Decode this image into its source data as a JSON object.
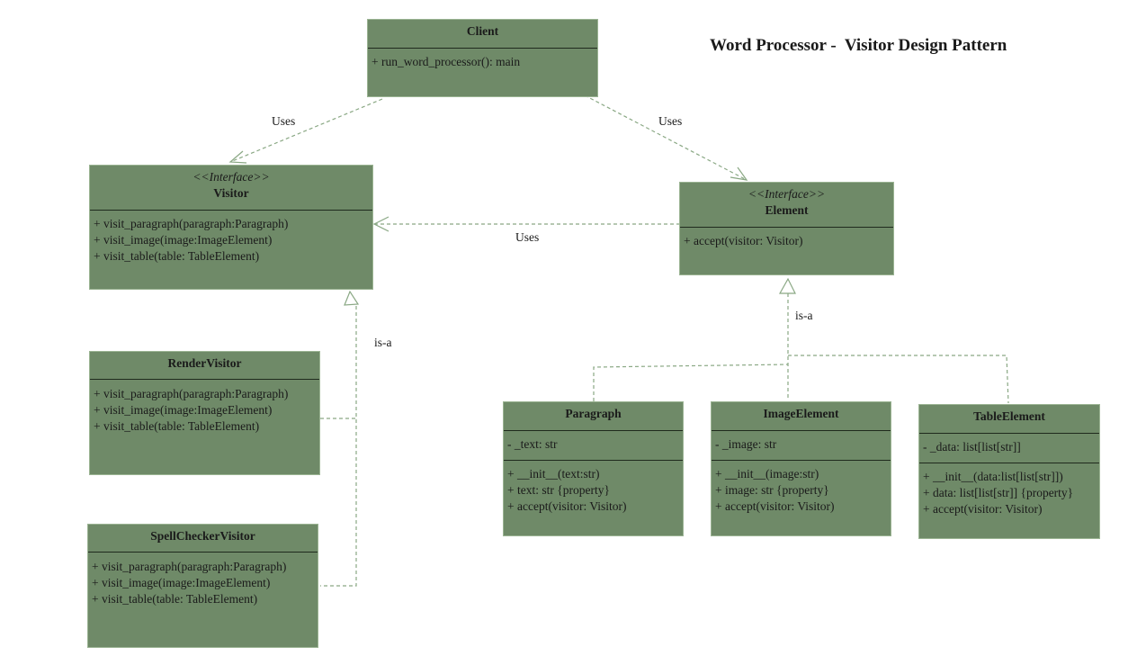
{
  "title": "Word Processor -  Visitor Design Pattern",
  "colors": {
    "class_fill": "#6f8a68",
    "class_border": "#9bb493",
    "divider": "#1f2a1d",
    "connector": "#8aa884"
  },
  "classes": {
    "client": {
      "name": "Client",
      "methods": [
        "+ run_word_processor(): main"
      ]
    },
    "visitor": {
      "stereotype": "<<Interface>>",
      "name": "Visitor",
      "methods": [
        "+ visit_paragraph(paragraph:Paragraph)",
        "+ visit_image(image:ImageElement)",
        "+ visit_table(table: TableElement)"
      ]
    },
    "element": {
      "stereotype": "<<Interface>>",
      "name": "Element",
      "methods": [
        "+ accept(visitor: Visitor)"
      ]
    },
    "render_visitor": {
      "name": "RenderVisitor",
      "methods": [
        "+ visit_paragraph(paragraph:Paragraph)",
        "+ visit_image(image:ImageElement)",
        "+ visit_table(table: TableElement)"
      ]
    },
    "spell_checker_visitor": {
      "name": "SpellCheckerVisitor",
      "methods": [
        "+ visit_paragraph(paragraph:Paragraph)",
        "+ visit_image(image:ImageElement)",
        "+ visit_table(table: TableElement)"
      ]
    },
    "paragraph": {
      "name": "Paragraph",
      "attributes": [
        "-  _text: str"
      ],
      "methods": [
        "+ __init__(text:str)",
        "+ text: str {property}",
        "+ accept(visitor: Visitor)"
      ]
    },
    "image_element": {
      "name": "ImageElement",
      "attributes": [
        "-  _image: str"
      ],
      "methods": [
        "+ __init__(image:str)",
        "+ image: str {property}",
        "+ accept(visitor: Visitor)"
      ]
    },
    "table_element": {
      "name": "TableElement",
      "attributes": [
        "-  _data: list[list[str]]"
      ],
      "methods": [
        "+ __init__(data:list[list[str]])",
        "+ data: list[list[str]] {property}",
        "+ accept(visitor: Visitor)"
      ]
    }
  },
  "edge_labels": {
    "client_visitor": "Uses",
    "client_element": "Uses",
    "element_visitor": "Uses",
    "visitor_impl": "is-a",
    "element_impl": "is-a"
  }
}
